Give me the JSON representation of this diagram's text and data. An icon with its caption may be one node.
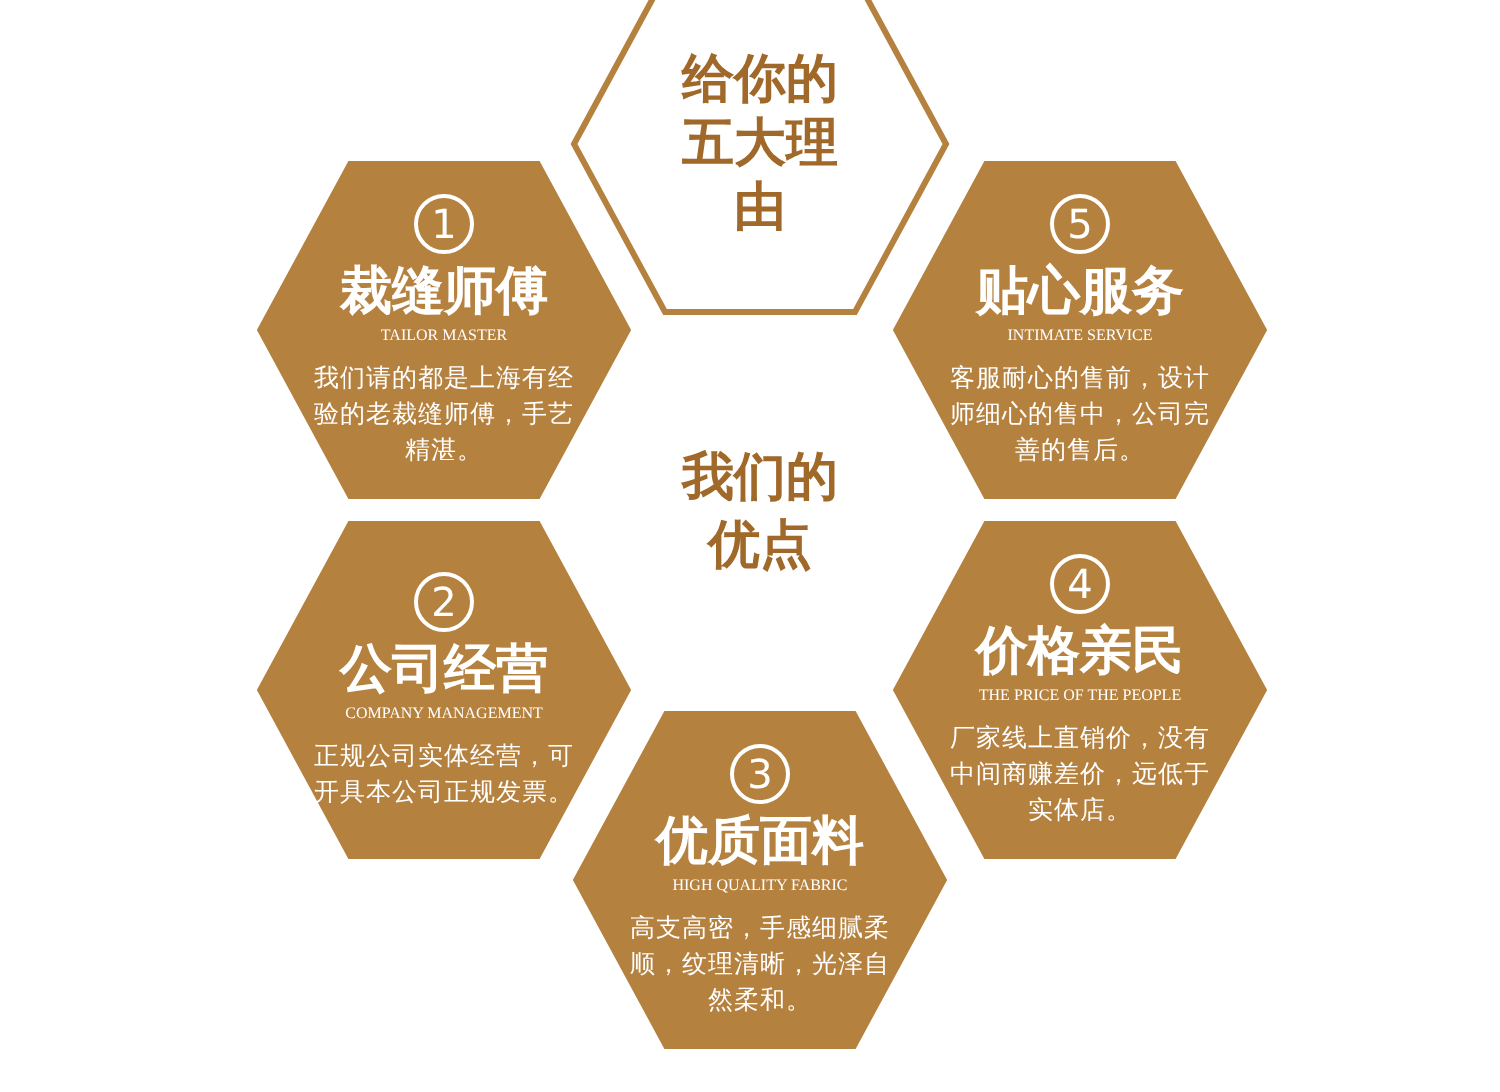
{
  "diagram": {
    "nodes": [
      {
        "text": [
          "给你的五大理由"
        ]
      },
      {
        "text": [
          "1",
          "裁缝师傅",
          "TAILOR MASTER",
          "我们请的都是上海有经验的老裁缝师傅，手艺精湛。"
        ]
      },
      {
        "text": [
          "5",
          "贴心服务",
          "INTIMATE SERVICE",
          "客服耐心的售前，设计师细心的售中，公司完善的售后。"
        ]
      },
      {
        "text": [
          "2",
          "公司经营",
          "COMPANY MANAGEMENT",
          "正规公司实体经营，可开具本公司正规发票。"
        ]
      },
      {
        "text": [
          "4",
          "价格亲民",
          "THE PRICE OF THE PEOPLE",
          "厂家线上直销价，没有中间商赚差价，远低于实体店。"
        ]
      },
      {
        "text": [
          "3",
          "优质面料",
          "HIGH QUALITY FABRIC",
          "高支高密，手感细腻柔顺，纹理清晰，光泽自然柔和。"
        ]
      }
    ],
    "labels": [
      "我们的优点"
    ]
  }
}
